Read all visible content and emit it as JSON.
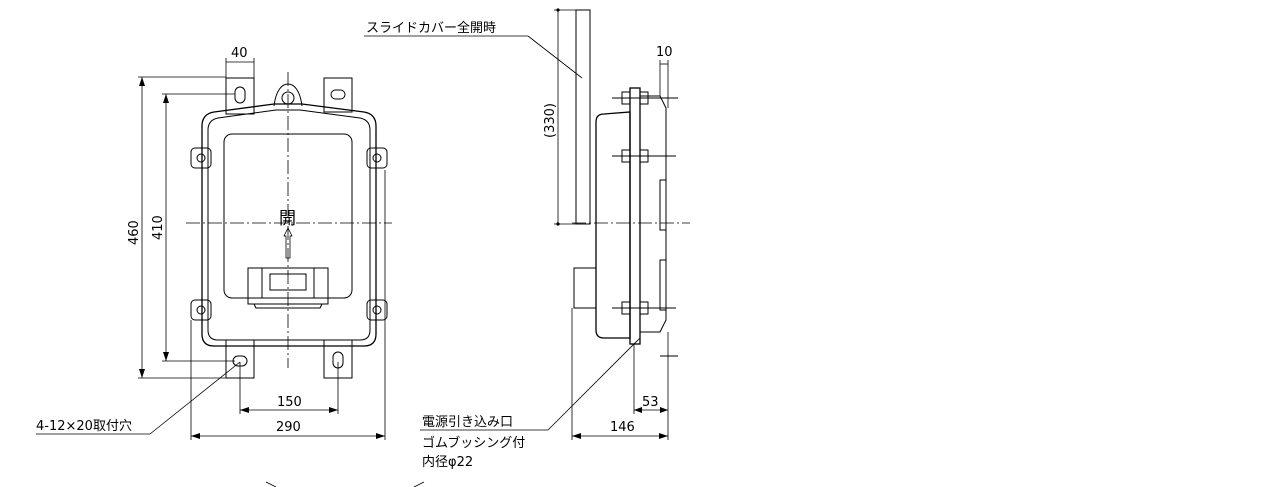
{
  "front_view": {
    "dim_width_top": "40",
    "dim_height_outer": "460",
    "dim_height_inner": "410",
    "dim_width_holes": "150",
    "dim_width_total": "290",
    "open_label": "開",
    "hole_note": "4-12×20取付穴"
  },
  "side_view": {
    "slide_cover_note": "スライドカバー全開時",
    "dim_cover_height": "(330)",
    "dim_depth_top": "10",
    "dim_depth_53": "53",
    "dim_depth_total": "146",
    "inlet_note_line1": "電源引き込み口",
    "inlet_note_line2": "ゴムブッシング付",
    "inlet_note_line3": "内径φ22"
  }
}
